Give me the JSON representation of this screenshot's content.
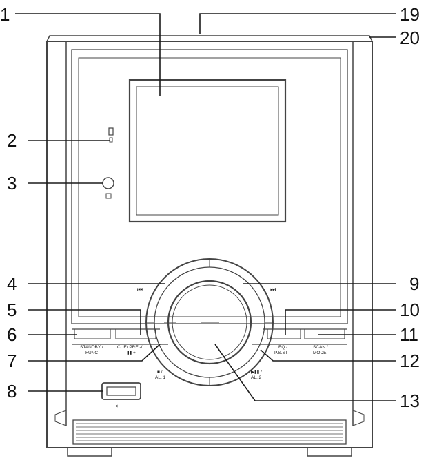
{
  "callouts": [
    "1",
    "2",
    "3",
    "4",
    "5",
    "6",
    "7",
    "8",
    "9",
    "10",
    "11",
    "12",
    "13",
    "19",
    "20"
  ],
  "button_labels": {
    "standby_func": [
      "STANDBY /",
      "FUNC"
    ],
    "cue_pre": [
      "CUE/ PRE.-/",
      "▮▮ +"
    ],
    "eq_pst": [
      "EQ /",
      "P.S.ST"
    ],
    "scan_mode": [
      "SCAN /",
      "MODE"
    ],
    "stop_al1": [
      "■ /",
      "AL. 1"
    ],
    "play_al2": [
      "▶▮▮ /",
      "AL. 2"
    ]
  },
  "icons": {
    "prev": "⏮",
    "next": "⏭",
    "usb": "⭠"
  }
}
